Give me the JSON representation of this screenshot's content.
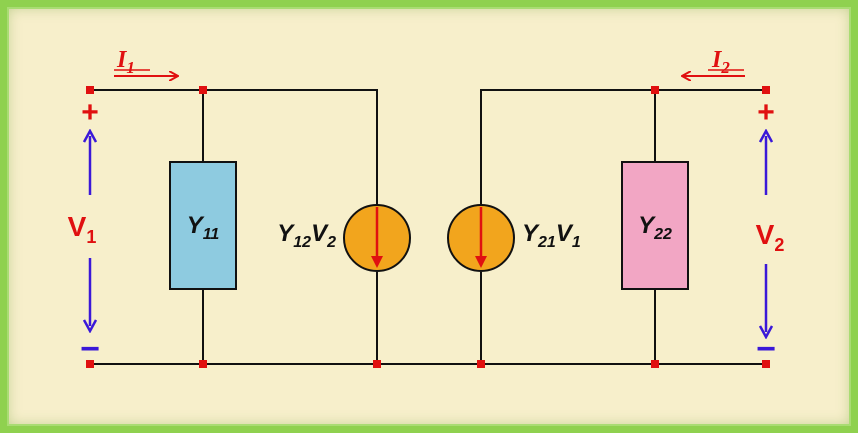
{
  "port1": {
    "current": "I",
    "current_sub": "1",
    "voltage": "V",
    "voltage_sub": "1",
    "plus": "+",
    "minus": "−"
  },
  "port2": {
    "current": "I",
    "current_sub": "2",
    "voltage": "V",
    "voltage_sub": "2",
    "plus": "+",
    "minus": "−"
  },
  "components": {
    "y11": {
      "main": "Y",
      "sub": "11"
    },
    "y22": {
      "main": "Y",
      "sub": "22"
    },
    "src1": {
      "a": "Y",
      "a_sub": "12",
      "b": "V",
      "b_sub": "2"
    },
    "src2": {
      "a": "Y",
      "a_sub": "21",
      "b": "V",
      "b_sub": "1"
    }
  },
  "colors": {
    "wire": "#111111",
    "node": "#e01010",
    "label_red": "#e01010",
    "arrow_blue": "#3a18d8",
    "y11_fill": "#8ecbe0",
    "y22_fill": "#f2a6c4",
    "source_fill": "#f2a51d",
    "frame_border": "#8fd14f",
    "background": "#f7efcb"
  }
}
